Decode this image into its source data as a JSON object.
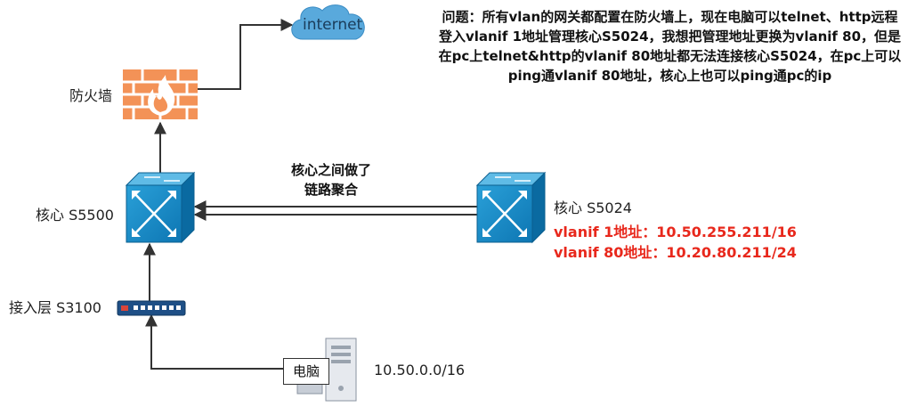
{
  "question": "问题：所有vlan的网关都配置在防火墙上，现在电脑可以telnet、http远程登入vlanif 1地址管理核心S5024，我想把管理地址更换为vlanif 80，但是在pc上telnet&http的vlanif 80地址都无法连接核心S5024，在pc上可以ping通vlanif 80地址，核心上也可以ping通pc的ip",
  "nodes": {
    "internet": {
      "label": "internet",
      "icon": "cloud-icon"
    },
    "firewall": {
      "label": "防火墙",
      "icon": "firewall-icon"
    },
    "core_left": {
      "label": "核心 S5500",
      "icon": "core-switch-icon"
    },
    "core_right": {
      "label": "核心 S5024",
      "icon": "core-switch-icon"
    },
    "access": {
      "label": "接入层 S3100",
      "icon": "access-switch-icon"
    },
    "pc": {
      "label": "电脑",
      "subnet": "10.50.0.0/16",
      "icon": "pc-icon"
    }
  },
  "lag_note": "核心之间做了链路聚合",
  "vlanif_1": "vlanif 1地址：10.50.255.211/16",
  "vlanif_80": "vlanif 80地址：10.20.80.211/24",
  "colors": {
    "switch": "#1f8fc9",
    "firewall": "#f08a4b",
    "cloud": "#4fa3d8",
    "highlight": "#e8281c"
  }
}
